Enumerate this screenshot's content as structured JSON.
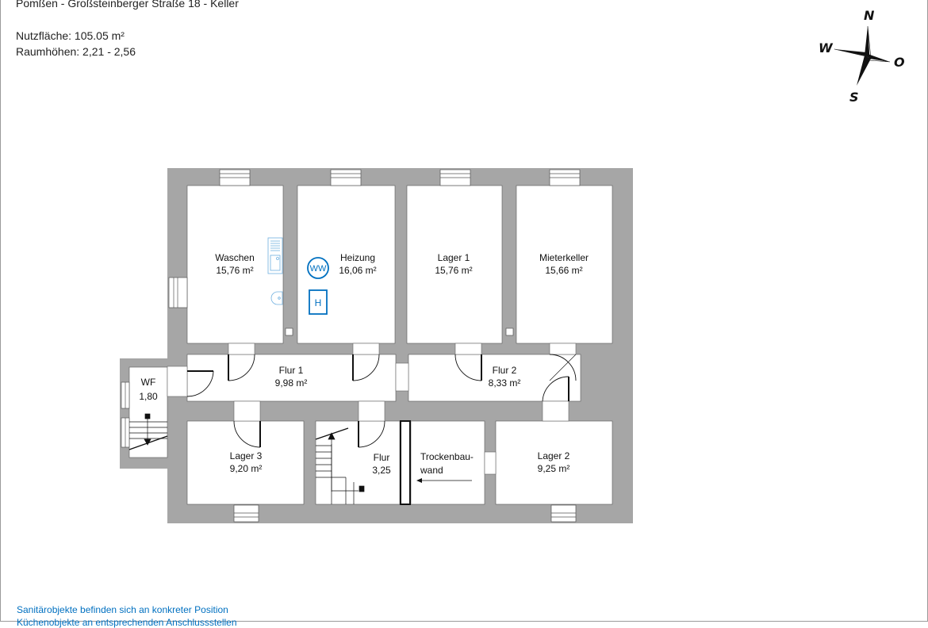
{
  "header": {
    "title": "Pomßen - Großsteinberger Straße 18 - Keller",
    "area": "Nutzfläche: 105.05 m²",
    "heights": "Raumhöhen: 2,21 - 2,56"
  },
  "compass": {
    "n": "N",
    "w": "W",
    "o": "O",
    "s": "S"
  },
  "rooms": {
    "waschen": {
      "name": "Waschen",
      "area": "15,76 m²"
    },
    "heizung": {
      "name": "Heizung",
      "area": "16,06 m²"
    },
    "lager1": {
      "name": "Lager 1",
      "area": "15,76 m²"
    },
    "mieterkeller": {
      "name": "Mieterkeller",
      "area": "15,66 m²"
    },
    "wf": {
      "name": "WF",
      "area": "1,80"
    },
    "flur1": {
      "name": "Flur 1",
      "area": "9,98 m²"
    },
    "flur2": {
      "name": "Flur 2",
      "area": "8,33 m²"
    },
    "lager3": {
      "name": "Lager 3",
      "area": "9,20 m²"
    },
    "flur": {
      "name": "Flur",
      "area": "3,25"
    },
    "trockenbau": {
      "line1": "Trockenbau-",
      "line2": "wand"
    },
    "lager2": {
      "name": "Lager 2",
      "area": "9,25 m²"
    }
  },
  "symbols": {
    "ww": "WW",
    "h": "H"
  },
  "notes": {
    "n1": "Sanitärobjekte befinden sich an konkreter Position",
    "n2": "Küchenobjekte an entsprechenden Anschlussstellen"
  },
  "colors": {
    "wall": "#a6a6a6",
    "sanitary": "#0070c0",
    "note": "#0070c0",
    "text": "#222222"
  }
}
